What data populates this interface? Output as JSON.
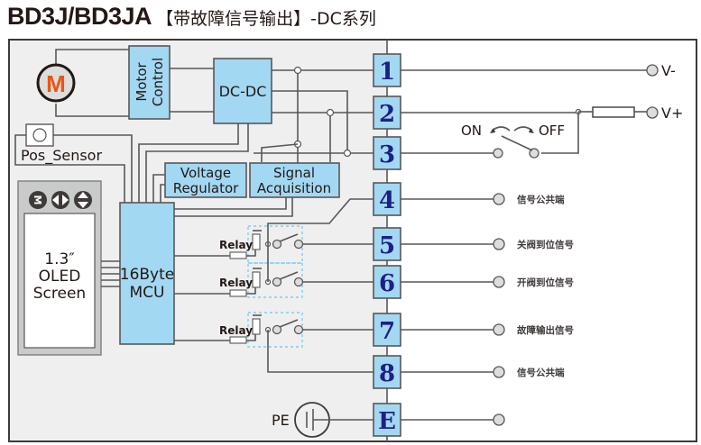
{
  "title": {
    "model": "BD3J/BD3JA",
    "subtitle": "【带故障信号输出】-DC系列"
  },
  "blocks": {
    "motor_symbol": "M",
    "motor_control": [
      "Motor",
      "Control"
    ],
    "dc_dc": "DC-DC",
    "pos_sensor": "Pos_Sensor",
    "voltage_regulator": [
      "Voltage",
      "Regulator"
    ],
    "signal_acquisition": [
      "Signal",
      "Acquisition"
    ],
    "mcu": [
      "16Byte",
      "MCU"
    ],
    "oled": [
      "1.3″",
      "OLED",
      "Screen"
    ],
    "relay_label": "Relay",
    "pe_label": "PE"
  },
  "oled_buttons": [
    {
      "icon": "menu-m-icon"
    },
    {
      "icon": "left-right-icon"
    },
    {
      "icon": "up-down-icon"
    }
  ],
  "terminals": [
    {
      "id": "1",
      "label": "V-"
    },
    {
      "id": "2",
      "label": "V+"
    },
    {
      "id": "3",
      "label": ""
    },
    {
      "id": "4",
      "label": "信号公共端"
    },
    {
      "id": "5",
      "label": "关阀到位信号"
    },
    {
      "id": "6",
      "label": "开阀到位信号"
    },
    {
      "id": "7",
      "label": "故障输出信号"
    },
    {
      "id": "8",
      "label": "信号公共端"
    },
    {
      "id": "E",
      "label": ""
    }
  ],
  "switch": {
    "on_label": "ON",
    "off_label": "OFF"
  },
  "colors": {
    "block_fill": "#a3d8f3",
    "terminal_text": "#1d2088",
    "wire": "#595757",
    "motor_m": "#ea5514",
    "panel_bg": "#efefef"
  }
}
